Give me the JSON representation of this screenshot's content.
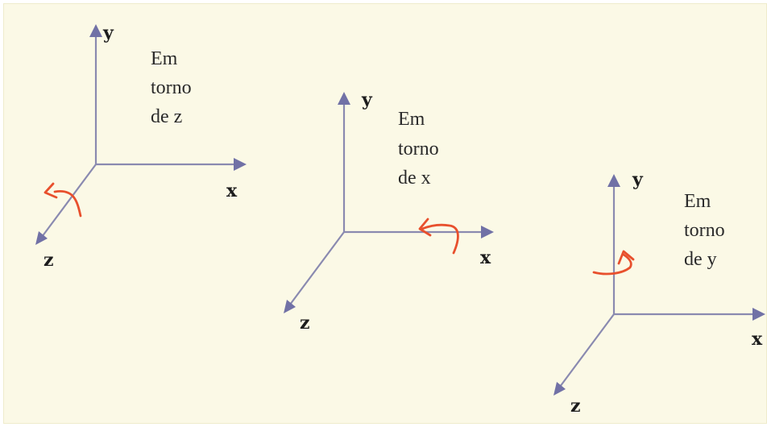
{
  "diagrams": [
    {
      "axis_labels": {
        "y": "y",
        "x": "x",
        "z": "z"
      },
      "caption": [
        "Em",
        "torno",
        "de z"
      ]
    },
    {
      "axis_labels": {
        "y": "y",
        "x": "x",
        "z": "z"
      },
      "caption": [
        "Em",
        "torno",
        "de  x"
      ]
    },
    {
      "axis_labels": {
        "y": "y",
        "x": "x",
        "z": "z"
      },
      "caption": [
        "Em",
        "torno",
        "de y"
      ]
    }
  ],
  "colors": {
    "background": "#fbf9e6",
    "axis": "#8a8ab0",
    "arrowhead": "#7171a6",
    "rotation_arrow": "#e8502d"
  }
}
